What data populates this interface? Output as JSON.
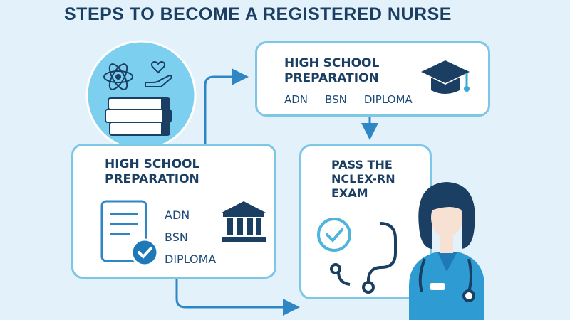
{
  "title": "STEPS TO BECOME A REGISTERED NURSE",
  "steps": {
    "top": {
      "heading": "HIGH SCHOOL\nPREPARATION",
      "options": [
        "ADN",
        "BSN",
        "DIPLOMA"
      ],
      "icon": "graduation-cap-icon"
    },
    "left": {
      "heading": "HIGH SCHOOL\nPREPARATION",
      "options": [
        "ADN",
        "BSN",
        "DIPLOMA"
      ],
      "icons": [
        "document-check-icon",
        "institution-icon"
      ]
    },
    "right": {
      "heading": "PASS THE\nNCLEX-RN\nEXAM",
      "icons": [
        "check-circle-icon",
        "stethoscope-icon",
        "nurse-icon"
      ]
    }
  },
  "intro_icons": [
    "atom-icon",
    "hand-heart-icon",
    "books-icon"
  ],
  "colors": {
    "background": "#e3f1fb",
    "card_border": "#7dc6e6",
    "accent": "#3aa8d8",
    "heading": "#1b3e63",
    "arrow": "#2f86c4"
  }
}
